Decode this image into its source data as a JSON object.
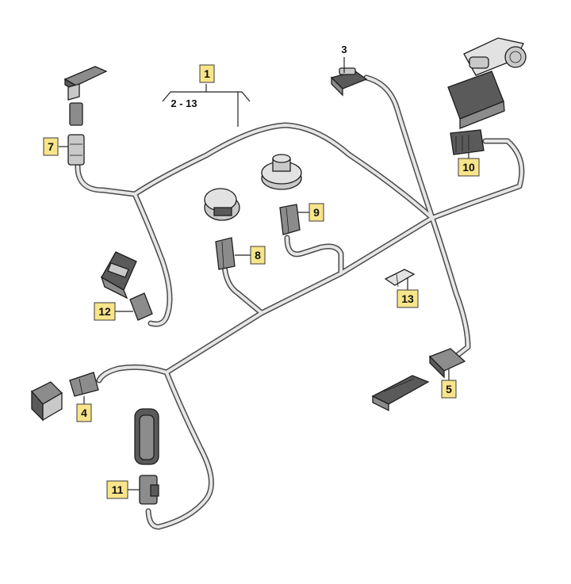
{
  "labels": {
    "l1": "1",
    "l2_13": "2 - 13",
    "l3": "3",
    "l4": "4",
    "l5": "5",
    "l7": "7",
    "l8": "8",
    "l9": "9",
    "l10": "10",
    "l11": "11",
    "l12": "12",
    "l13": "13"
  },
  "colors": {
    "label_fill": "#f8e58a",
    "wire": "#e6e6e6",
    "wire_outline": "#4a4a4a"
  }
}
